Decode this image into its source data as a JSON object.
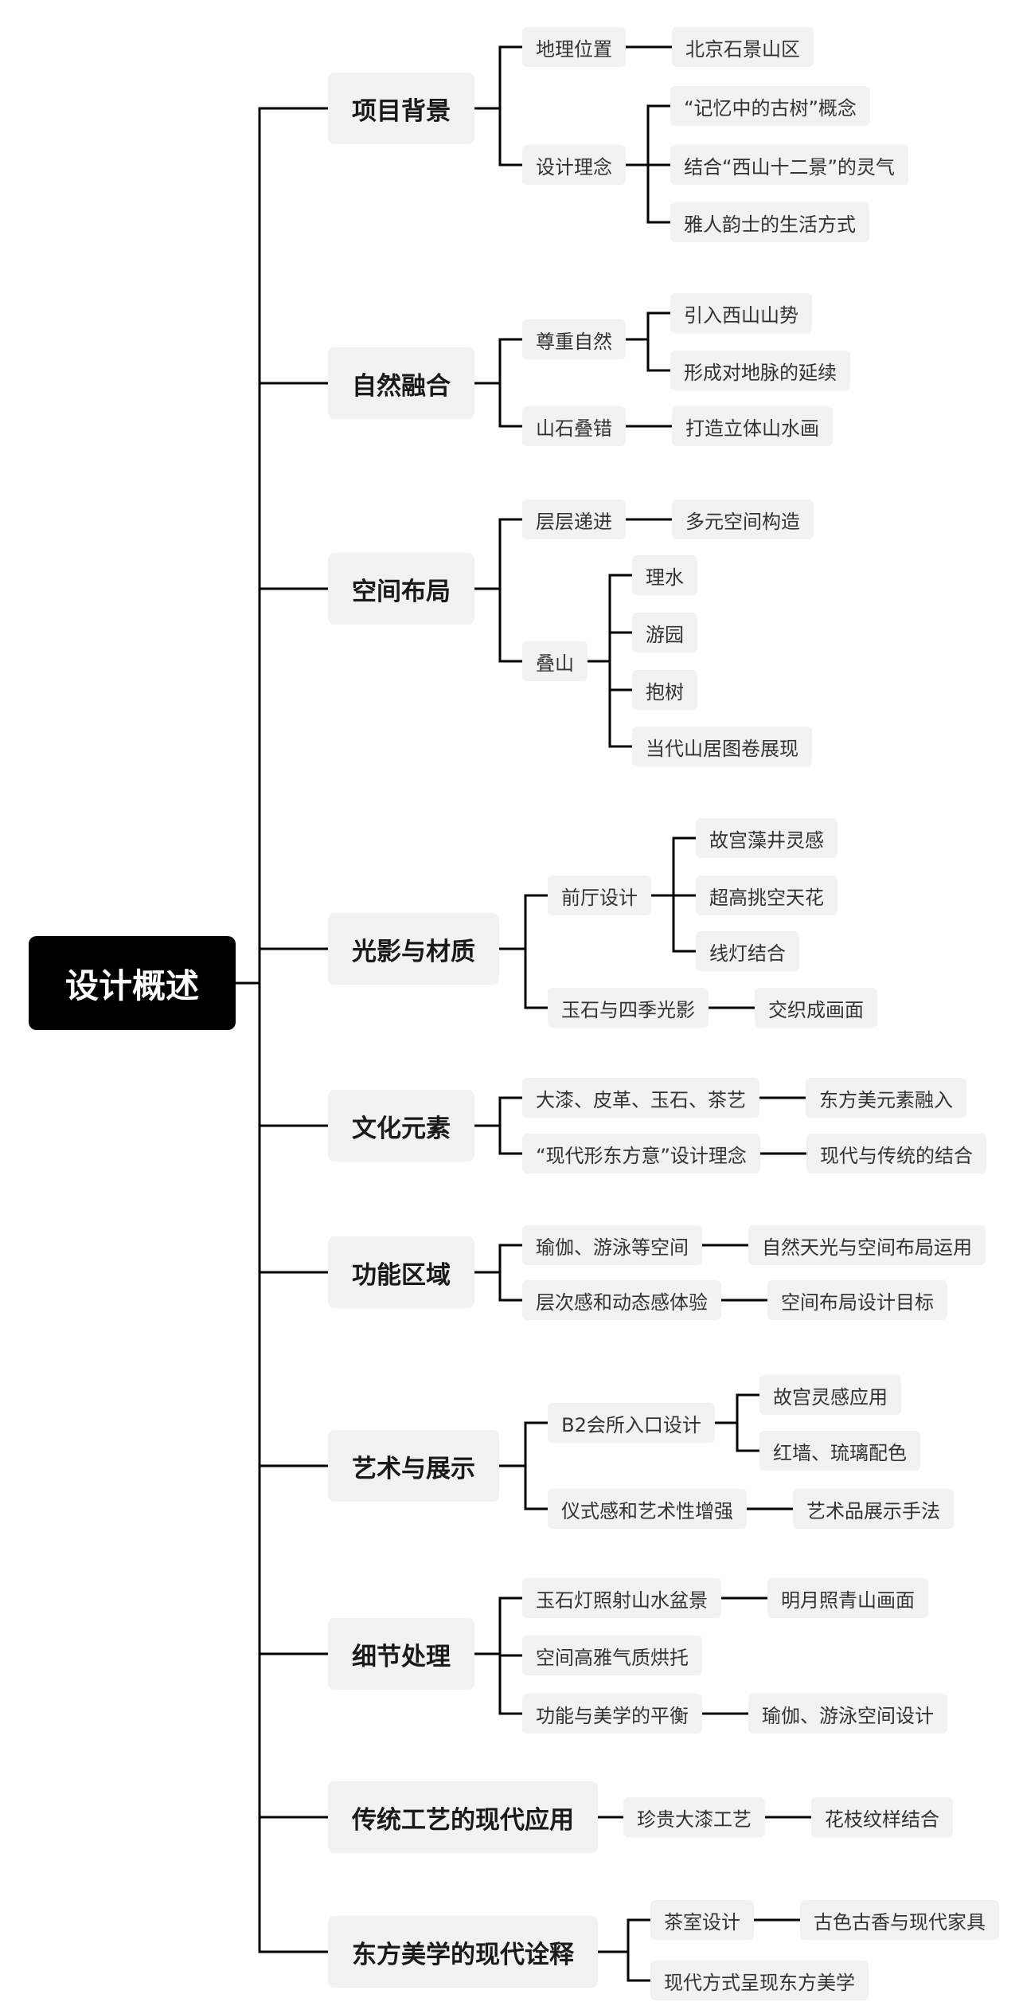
{
  "root": {
    "label": "设计概述"
  },
  "branches": [
    {
      "label": "项目背景",
      "children": [
        {
          "label": "地理位置",
          "children": [
            {
              "label": "北京石景山区"
            }
          ]
        },
        {
          "label": "设计理念",
          "children": [
            {
              "label": "“记忆中的古树”概念"
            },
            {
              "label": "结合“西山十二景”的灵气"
            },
            {
              "label": "雅人韵士的生活方式"
            }
          ]
        }
      ]
    },
    {
      "label": "自然融合",
      "children": [
        {
          "label": "尊重自然",
          "children": [
            {
              "label": "引入西山山势"
            },
            {
              "label": "形成对地脉的延续"
            }
          ]
        },
        {
          "label": "山石叠错",
          "children": [
            {
              "label": "打造立体山水画"
            }
          ]
        }
      ]
    },
    {
      "label": "空间布局",
      "children": [
        {
          "label": "层层递进",
          "children": [
            {
              "label": "多元空间构造"
            }
          ]
        },
        {
          "label": "叠山",
          "children": [
            {
              "label": "理水"
            },
            {
              "label": "游园"
            },
            {
              "label": "抱树"
            },
            {
              "label": "当代山居图卷展现"
            }
          ]
        }
      ]
    },
    {
      "label": "光影与材质",
      "children": [
        {
          "label": "前厅设计",
          "children": [
            {
              "label": "故宫藻井灵感"
            },
            {
              "label": "超高挑空天花"
            },
            {
              "label": "线灯结合"
            }
          ]
        },
        {
          "label": "玉石与四季光影",
          "children": [
            {
              "label": "交织成画面"
            }
          ]
        }
      ]
    },
    {
      "label": "文化元素",
      "children": [
        {
          "label": "大漆、皮革、玉石、茶艺",
          "children": [
            {
              "label": "东方美元素融入"
            }
          ]
        },
        {
          "label": "“现代形东方意”设计理念",
          "children": [
            {
              "label": "现代与传统的结合"
            }
          ]
        }
      ]
    },
    {
      "label": "功能区域",
      "children": [
        {
          "label": "瑜伽、游泳等空间",
          "children": [
            {
              "label": "自然天光与空间布局运用"
            }
          ]
        },
        {
          "label": "层次感和动态感体验",
          "children": [
            {
              "label": "空间布局设计目标"
            }
          ]
        }
      ]
    },
    {
      "label": "艺术与展示",
      "children": [
        {
          "label": "B2会所入口设计",
          "children": [
            {
              "label": "故宫灵感应用"
            },
            {
              "label": "红墙、琉璃配色"
            }
          ]
        },
        {
          "label": "仪式感和艺术性增强",
          "children": [
            {
              "label": "艺术品展示手法"
            }
          ]
        }
      ]
    },
    {
      "label": "细节处理",
      "children": [
        {
          "label": "玉石灯照射山水盆景",
          "children": [
            {
              "label": "明月照青山画面"
            }
          ]
        },
        {
          "label": "空间高雅气质烘托"
        },
        {
          "label": "功能与美学的平衡",
          "children": [
            {
              "label": "瑜伽、游泳空间设计"
            }
          ]
        }
      ]
    },
    {
      "label": "传统工艺的现代应用",
      "children": [
        {
          "label": "珍贵大漆工艺",
          "children": [
            {
              "label": "花枝纹样结合"
            }
          ]
        }
      ]
    },
    {
      "label": "东方美学的现代诠释",
      "children": [
        {
          "label": "茶室设计",
          "children": [
            {
              "label": "古色古香与现代家具"
            }
          ]
        },
        {
          "label": "现代方式呈现东方美学"
        }
      ]
    }
  ]
}
